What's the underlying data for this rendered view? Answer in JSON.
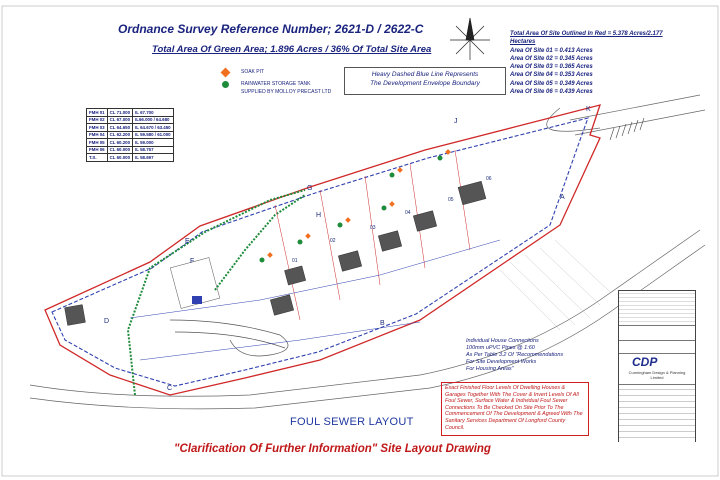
{
  "title": "Ordnance Survey Reference Number;  2621-D / 2622-C",
  "subtitle": "Total Area Of Green Area; 1.896 Acres / 36% Of Total Site Area",
  "site_areas": {
    "heading": "Total Area Of Site Outlined In Red = 5.378 Acres/2.177 Hectares",
    "items": [
      "Area Of Site 01 = 0.413 Acres",
      "Area Of Site 02 = 0.345 Acres",
      "Area Of Site 03 = 0.365 Acres",
      "Area Of Site 04 = 0.353 Acres",
      "Area Of Site 05 = 0.349 Acres",
      "Area Of Site 06 = 0.439 Acres"
    ]
  },
  "legend": {
    "soak_pit": "SOAK PIT",
    "rainwater": "RAINWATER STORAGE TANK",
    "rainwater2": "SUPPLIED BY MOLLOY PRECAST LTD",
    "soak_color": "#f07020",
    "tank_color": "#1e8c3a"
  },
  "envelope_note": {
    "line1": "Heavy Dashed Blue Line Represents",
    "line2": "The Development Envelope Boundary"
  },
  "fmh": [
    [
      "FMH 01",
      "CL 71.000",
      "IL 67.700"
    ],
    [
      "FMH 02",
      "CL 67.000",
      "IL66.000 / 64.680"
    ],
    [
      "FMH 03",
      "CL 64.650",
      "IL 64.670 / 63.450"
    ],
    [
      "FMH 04",
      "CL 62.200",
      "IL 59.580 / 61.000"
    ],
    [
      "FMH 05",
      "CL 60.200",
      "IL 59.000"
    ],
    [
      "FMH 06",
      "CL 60.000",
      "IL 58.757"
    ],
    [
      "T.S.",
      "CL 60.000",
      "IL 58.697"
    ]
  ],
  "house_connections": {
    "lines": [
      "Individual House Connections",
      "100mm uPVC Pipes @ 1:60",
      "As Per Table 3.2 Of \"Recommendations",
      "For Site Development Works",
      "For Housing Areas\""
    ]
  },
  "red_note": "Exact Finished Floor Levels Of Dwelling Houses & Garages Together With The Cover & Invert Levels Of All Foul Sewer, Surface Water & Individual Foul Sewer Connections To Be Checked On Site Prior To The Commencement Of The Development & Agreed With The Sanitary Services Department Of Longford County Council.",
  "foul_label": "FOUL SEWER LAYOUT",
  "clarification": "\"Clarification Of Further Information\" Site Layout Drawing",
  "labels": {
    "A": "A",
    "B": "B",
    "C": "C",
    "D": "D",
    "E": "E",
    "F": "F",
    "G": "G",
    "H": "H",
    "J": "J",
    "K": "K",
    "site_nums": [
      "01",
      "02",
      "03",
      "04",
      "05",
      "06"
    ]
  },
  "company": "CDP",
  "company_sub": "Cunningham Design & Planning Limited"
}
